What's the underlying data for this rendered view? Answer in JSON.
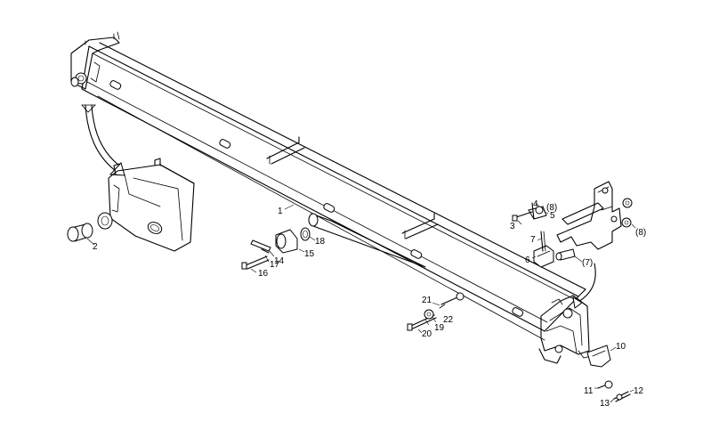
{
  "callouts": [
    {
      "id": "c1",
      "text": "1"
    },
    {
      "id": "c2",
      "text": "2"
    },
    {
      "id": "c3",
      "text": "3"
    },
    {
      "id": "c4",
      "text": "4"
    },
    {
      "id": "c5",
      "text": "5"
    },
    {
      "id": "c6",
      "text": "6"
    },
    {
      "id": "c7",
      "text": "7"
    },
    {
      "id": "c7p",
      "text": "(7)"
    },
    {
      "id": "c8a",
      "text": "(8)"
    },
    {
      "id": "c8b",
      "text": "(8)"
    },
    {
      "id": "c10",
      "text": "10"
    },
    {
      "id": "c11",
      "text": "11"
    },
    {
      "id": "c12",
      "text": "12"
    },
    {
      "id": "c13",
      "text": "13"
    },
    {
      "id": "c14",
      "text": "14"
    },
    {
      "id": "c15",
      "text": "15"
    },
    {
      "id": "c16",
      "text": "16"
    },
    {
      "id": "c17",
      "text": "17"
    },
    {
      "id": "c18",
      "text": "18"
    },
    {
      "id": "c19",
      "text": "19"
    },
    {
      "id": "c20",
      "text": "20"
    },
    {
      "id": "c21",
      "text": "21"
    },
    {
      "id": "c22",
      "text": "22"
    }
  ]
}
